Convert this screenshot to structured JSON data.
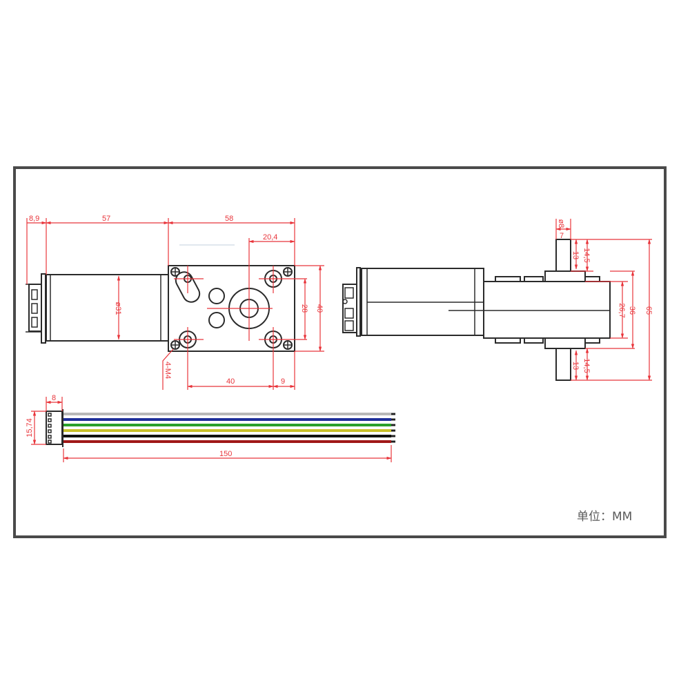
{
  "drawing": {
    "title": "Worm gear motor dimension drawing",
    "unit_label": "单位：MM",
    "colors": {
      "frame": "#4a4a4a",
      "outline": "#2a2a2a",
      "dimension": "#e8343a",
      "unit_text": "#5a5a5a"
    },
    "front_view": {
      "dimensions": {
        "end_cap_length": "8,9",
        "motor_length": "57",
        "gearbox_length": "58",
        "shaft_offset": "20,4",
        "motor_diameter": "ø31",
        "hole_spacing_vertical": "28",
        "gearbox_height": "40",
        "hole_spacing_horizontal": "40",
        "hole_edge_offset": "9",
        "mount_screws": "4-M4"
      }
    },
    "side_view": {
      "dimensions": {
        "shaft_diameter": "ø8",
        "shaft_flat": "7",
        "top_shaft_length_1": "13",
        "top_shaft_length_2": "14,5",
        "gearbox_body_height": "26,7",
        "gearbox_hub_height": "36",
        "overall_length": "65",
        "bottom_shaft_length_1": "13",
        "bottom_shaft_length_2": "14,5"
      }
    },
    "cable": {
      "connector_width": "8",
      "connector_height": "15,74",
      "cable_length": "150",
      "wires": [
        {
          "name": "wire-gray",
          "color": "#b8b8b8"
        },
        {
          "name": "wire-blue",
          "color": "#1f2f9a"
        },
        {
          "name": "wire-green",
          "color": "#2aa02a"
        },
        {
          "name": "wire-yellow",
          "color": "#c8c02a"
        },
        {
          "name": "wire-black",
          "color": "#111111"
        },
        {
          "name": "wire-red",
          "color": "#a01818"
        }
      ]
    }
  }
}
